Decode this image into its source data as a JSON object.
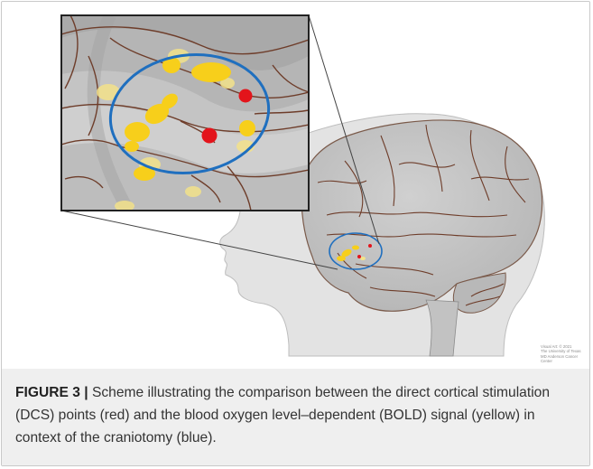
{
  "figure": {
    "label": "FIGURE 3 |",
    "caption": " Scheme illustrating the comparison between the direct cortical stimulation (DCS) points (red) and the blood oxygen level–dependent (BOLD) signal (yellow) in context of the craniotomy (blue).",
    "credit": "Visual Art: © 2021\nThe University of Texas\nMD Anderson Cancer Center"
  },
  "legend_colors": {
    "dcs_points": "#e3141b",
    "bold_signal": "#f7cf1b",
    "craniotomy": "#1f6fbf"
  }
}
